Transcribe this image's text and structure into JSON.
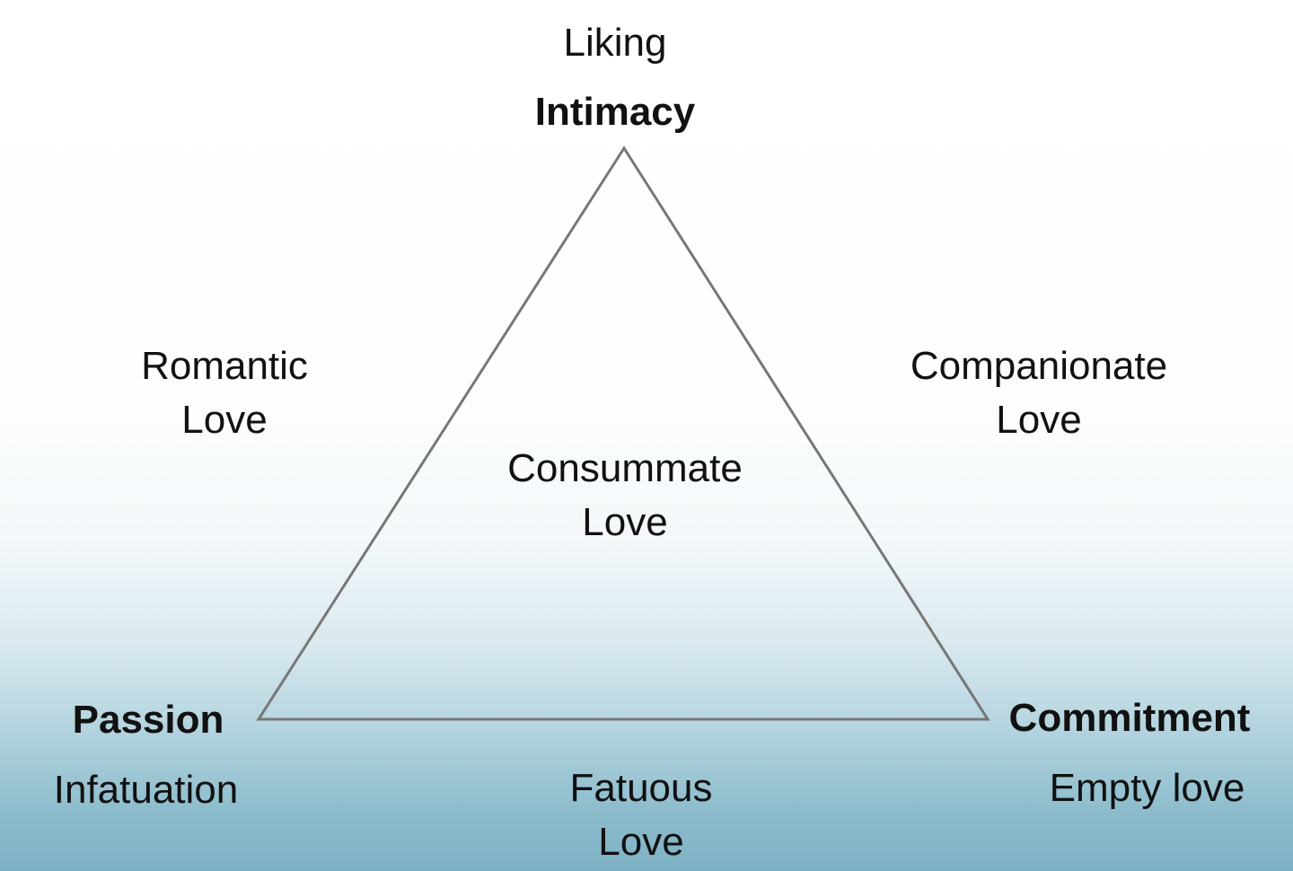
{
  "vertices": {
    "top": "Intimacy",
    "left": "Passion",
    "right": "Commitment"
  },
  "labels": {
    "liking": "Liking",
    "romantic": [
      "Romantic",
      "Love"
    ],
    "companionate": [
      "Companionate",
      "Love"
    ],
    "consummate": [
      "Consummate",
      "Love"
    ],
    "infatuation": "Infatuation",
    "fatuous": [
      "Fatuous",
      "Love"
    ],
    "empty": "Empty love"
  },
  "colors": {
    "triangle_stroke": "#777777",
    "text": "#111111",
    "background_bottom": "#7db1c4"
  }
}
